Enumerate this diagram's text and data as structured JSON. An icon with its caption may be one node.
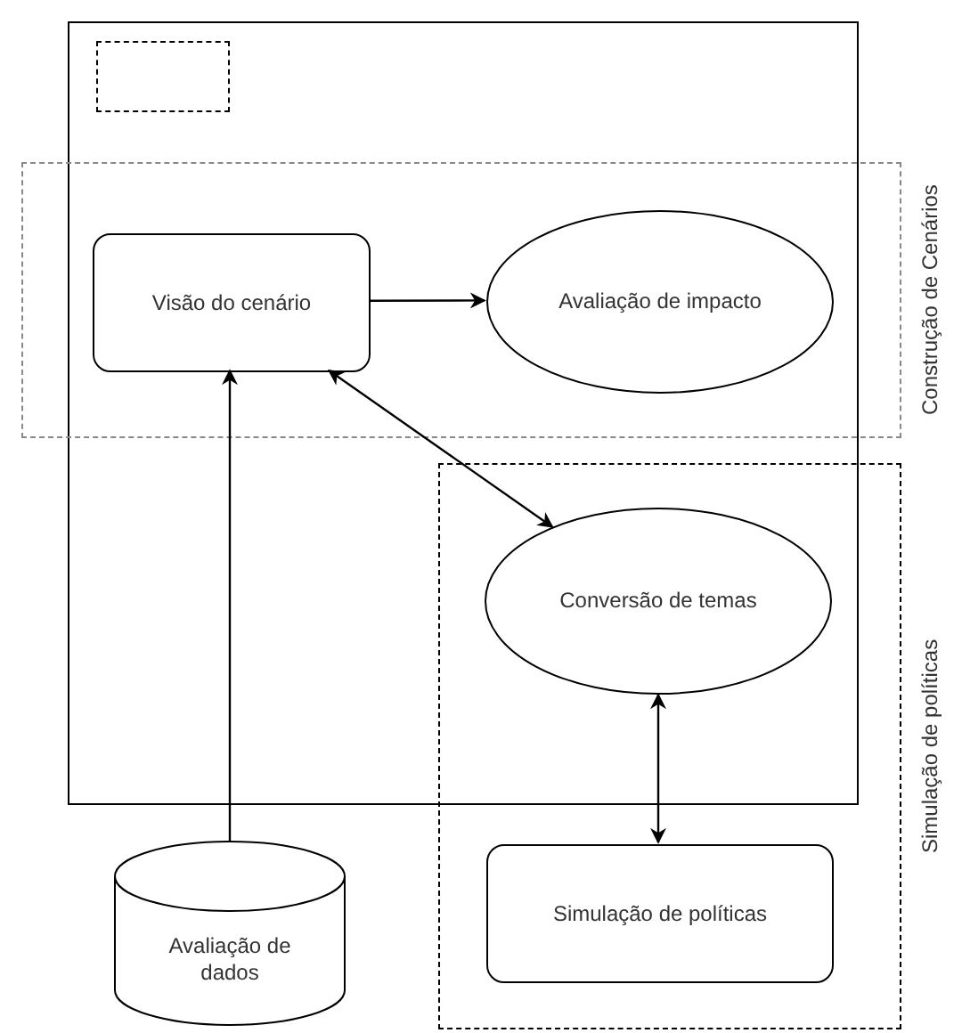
{
  "diagram": {
    "nodes": [
      {
        "text": [],
        "shape": "box"
      },
      {
        "text": [],
        "shape": "box",
        "in": 0
      },
      {
        "text": [
          "Construção de Cenários"
        ]
      },
      {
        "text": [
          "Visão do cenário"
        ],
        "in": 2
      },
      {
        "text": [
          "Avaliação de impacto"
        ],
        "in": 2
      },
      {
        "text": [
          "Simulação de políticas"
        ]
      },
      {
        "text": [
          "Conversão de temas"
        ]
      },
      {
        "text": [
          "Simulação de políticas"
        ],
        "in": 5
      },
      {
        "text": [
          "Avaliação de dados"
        ]
      }
    ],
    "edges": [
      {
        "from": 8,
        "to": 3,
        "arrow": "to"
      },
      {
        "from": 3,
        "to": 4,
        "arrow": "to"
      },
      {
        "from": 3,
        "to": 6,
        "arrow": "both"
      },
      {
        "from": 6,
        "to": 7,
        "arrow": "both"
      }
    ]
  }
}
